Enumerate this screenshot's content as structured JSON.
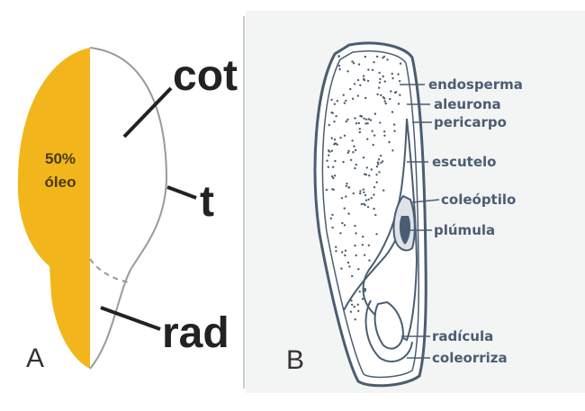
{
  "panel_a": {
    "letter": "A",
    "oil_line1": "50%",
    "oil_line2": "óleo",
    "labels": {
      "cot": "cot",
      "t": "t",
      "rad": "rad"
    },
    "colors": {
      "oil_fill": "#f2b61c",
      "outline": "#9a9a9a",
      "pointer": "#222222"
    }
  },
  "panel_b": {
    "letter": "B",
    "labels": [
      "endosperma",
      "aleurona",
      "pericarpo",
      "escutelo",
      "coleóptilo",
      "plúmula",
      "radícula",
      "coleorriza"
    ],
    "colors": {
      "ink": "#4b5d72",
      "background": "#f3f4f4"
    }
  }
}
